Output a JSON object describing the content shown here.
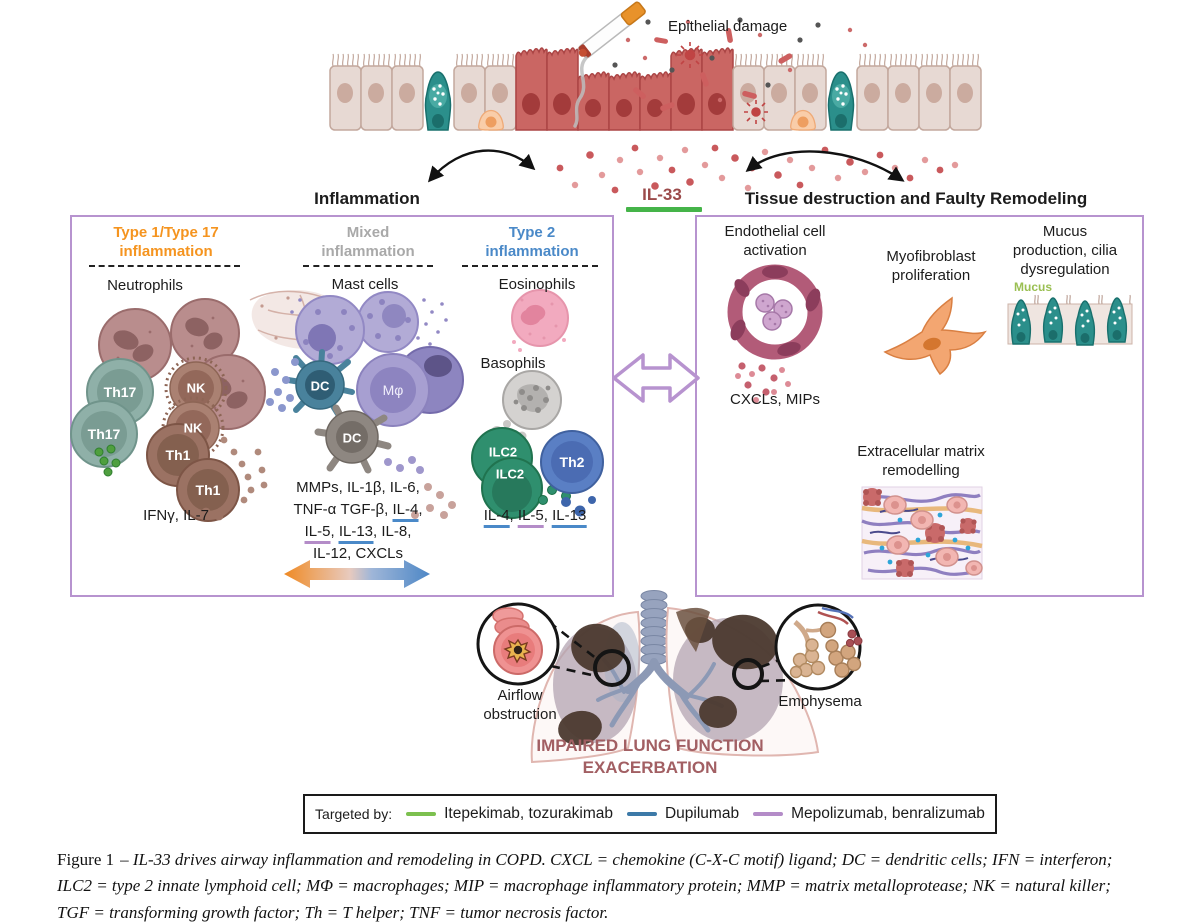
{
  "top": {
    "epithelial_damage": "Epithelial damage",
    "inflammation_heading": "Inflammation",
    "il33": "IL-33",
    "tissue_heading": "Tissue destruction and Faulty Remodeling"
  },
  "inflammation_box": {
    "type1": {
      "title_line1": "Type 1/Type 17",
      "title_line2": "inflammation",
      "neutrophils": "Neutrophils",
      "th17": "Th17",
      "th1": "Th1",
      "nk": "NK",
      "mediators": "IFNγ, IL-7"
    },
    "mixed": {
      "title_line1": "Mixed",
      "title_line2": "inflammation",
      "mast_cells": "Mast cells",
      "dc": "DC",
      "mphi": "Mφ",
      "mediators_l1": "MMPs, IL-1β, IL-6,",
      "mediators_l2a": "TNF-α TGF-β, ",
      "mediators_l2b": "IL-4",
      "mediators_l2c": ",",
      "mediators_l3a": "IL-5",
      "mediators_l3b": ", ",
      "mediators_l3c": "IL-13",
      "mediators_l3d": ", IL-8,",
      "mediators_l4": "IL-12, CXCLs"
    },
    "type2": {
      "title_line1": "Type 2",
      "title_line2": "inflammation",
      "eosinophils": "Eosinophils",
      "basophils": "Basophils",
      "ilc2": "ILC2",
      "th2": "Th2",
      "mediators_a": "IL-4",
      "mediators_sep1": ", ",
      "mediators_b": "IL-5",
      "mediators_sep2": ", ",
      "mediators_c": "IL-13"
    }
  },
  "remodeling_box": {
    "endothelial_line1": "Endothelial cell",
    "endothelial_line2": "activation",
    "chemokines": "CXCLs, MIPs",
    "myofibroblast_line1": "Myofibroblast",
    "myofibroblast_line2": "proliferation",
    "mucus_line1": "Mucus",
    "mucus_line2": "production, cilia",
    "mucus_line3": "dysregulation",
    "mucus_tag": "Mucus",
    "ecm_line1": "Extracellular matrix",
    "ecm_line2": "remodelling"
  },
  "outcome": {
    "airflow_line1": "Airflow",
    "airflow_line2": "obstruction",
    "emphysema": "Emphysema",
    "impaired_line1": "IMPAIRED LUNG FUNCTION",
    "impaired_line2": "EXACERBATION"
  },
  "legend": {
    "label": "Targeted by:",
    "items": [
      {
        "drugs": "Itepekimab, tozurakimab",
        "color": "#7cc04f"
      },
      {
        "drugs": "Dupilumab",
        "color": "#3d7aa8"
      },
      {
        "drugs": "Mepolizumab, benralizumab",
        "color": "#b48cc8"
      }
    ]
  },
  "caption": {
    "figure_label": "Figure 1",
    "body": "– IL-33 drives airway inflammation and remodeling in COPD. CXCL = chemokine (C-X-C motif) ligand; DC = dendritic cells; IFN = interferon; ILC2 = type 2 innate lymphoid cell; MΦ = macrophages; MIP = macrophage inflammatory protein; MMP = matrix metalloprotease; NK = natural killer; TGF = transforming growth factor; Th = T helper; TNF = tumor necrosis factor."
  },
  "colors": {
    "box_border": "#b793cf",
    "type1_title": "#f5941f",
    "mixed_title": "#a9a9a9",
    "type2_title": "#4a89c8",
    "il33_text": "#9b4a4a",
    "il33_underline": "#45b449",
    "impaired_text": "#a25f63",
    "underline_blue": "#4a89c8",
    "underline_purple": "#b48cc8"
  }
}
